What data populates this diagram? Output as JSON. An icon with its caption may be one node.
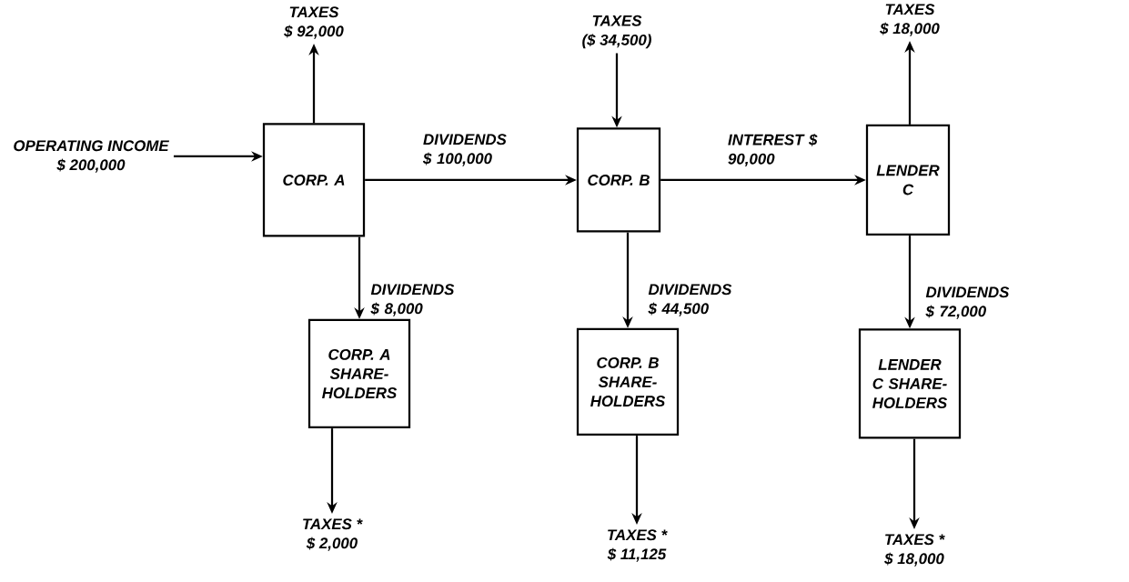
{
  "diagram": {
    "nodes": [
      {
        "text": [
          "OPERATING INCOME",
          "$ 200,000"
        ]
      },
      {
        "text": [
          "CORP. A"
        ]
      },
      {
        "text": [
          "TAXES",
          "$ 92,000"
        ]
      },
      {
        "text": [
          "CORP. A SHARE-HOLDERS"
        ]
      },
      {
        "text": [
          "TAXES *",
          "$ 2,000"
        ]
      },
      {
        "text": [
          "TAXES",
          "($ 34,500)"
        ]
      },
      {
        "text": [
          "CORP. B"
        ]
      },
      {
        "text": [
          "CORP. B SHARE-HOLDERS"
        ]
      },
      {
        "text": [
          "TAXES *",
          "$ 11,125"
        ]
      },
      {
        "text": [
          "TAXES",
          "$ 18,000"
        ]
      },
      {
        "text": [
          "LENDER C"
        ]
      },
      {
        "text": [
          "LENDER C SHARE-HOLDERS"
        ]
      },
      {
        "text": [
          "TAXES *",
          "$ 18,000"
        ]
      }
    ],
    "edges": [
      {
        "from": 0,
        "to": 1,
        "arrow": "to"
      },
      {
        "from": 1,
        "to": 2,
        "arrow": "to"
      },
      {
        "from": 1,
        "to": 3,
        "arrow": "to",
        "label": "DIVIDENDS $ 8,000"
      },
      {
        "from": 3,
        "to": 4,
        "arrow": "to"
      },
      {
        "from": 1,
        "to": 6,
        "arrow": "to",
        "label": "DIVIDENDS $ 100,000"
      },
      {
        "from": 5,
        "to": 6,
        "arrow": "to"
      },
      {
        "from": 6,
        "to": 7,
        "arrow": "to",
        "label": "DIVIDENDS $ 44,500"
      },
      {
        "from": 7,
        "to": 8,
        "arrow": "to"
      },
      {
        "from": 6,
        "to": 10,
        "arrow": "to",
        "label": "INTEREST $ 90,000"
      },
      {
        "from": 10,
        "to": 9,
        "arrow": "to"
      },
      {
        "from": 10,
        "to": 11,
        "arrow": "to",
        "label": "DIVIDENDS $ 72,000"
      },
      {
        "from": 11,
        "to": 12,
        "arrow": "to"
      }
    ]
  }
}
